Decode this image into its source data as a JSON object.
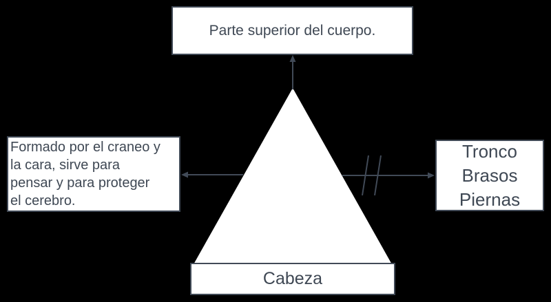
{
  "diagram": {
    "title": "Concept map about the head (Cabeza)",
    "nodes": {
      "top": {
        "label": "Parte superior del cuerpo."
      },
      "left": {
        "label": "Formado por el craneo y\nla cara, sirve para\npensar y para proteger\nel cerebro."
      },
      "right": {
        "label": "Tronco\nBrasos\nPiernas"
      },
      "bottom": {
        "label": "Cabeza"
      },
      "center": {
        "shape": "triangle"
      }
    },
    "connectors": [
      {
        "from": "triangle-apex",
        "to": "top-box",
        "arrow": "up",
        "marks": "none"
      },
      {
        "from": "triangle-left-edge",
        "to": "left-box",
        "arrow": "left",
        "marks": "none"
      },
      {
        "from": "triangle-right-edge",
        "to": "right-box",
        "arrow": "right",
        "marks": "double-slash"
      }
    ]
  },
  "colors": {
    "background": "#000000",
    "stroke": "#414a57",
    "node_fill": "#ffffff",
    "text": "#3f4854"
  }
}
